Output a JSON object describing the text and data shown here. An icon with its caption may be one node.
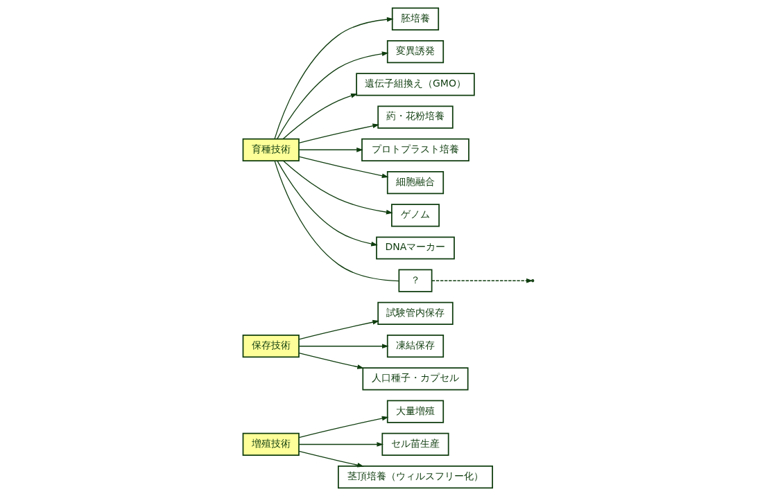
{
  "diagram": {
    "nodes": [
      {
        "text": [
          "増殖技術"
        ]
      },
      {
        "text": [
          "大量増殖"
        ]
      },
      {
        "text": [
          "セル苗生産"
        ]
      },
      {
        "text": [
          "茎頂培養（ウィルスフリー化）"
        ]
      },
      {
        "text": [
          "保存技術"
        ]
      },
      {
        "text": [
          "試験管内保存"
        ]
      },
      {
        "text": [
          "凍結保存"
        ]
      },
      {
        "text": [
          "人口種子・カプセル"
        ]
      },
      {
        "text": [
          "育種技術"
        ]
      },
      {
        "text": [
          "胚培養"
        ]
      },
      {
        "text": [
          "変異誘発"
        ]
      },
      {
        "text": [
          "遺伝子組換え（GMO）"
        ]
      },
      {
        "text": [
          "葯・花粉培養"
        ]
      },
      {
        "text": [
          "プロトプラスト培養"
        ]
      },
      {
        "text": [
          "細胞融合"
        ]
      },
      {
        "text": [
          "ゲノム"
        ]
      },
      {
        "text": [
          "DNAマーカー"
        ]
      },
      {
        "text": [
          "？"
        ]
      }
    ],
    "edges": [
      {
        "from": 0,
        "to": 1,
        "arrow": "to"
      },
      {
        "from": 0,
        "to": 2,
        "arrow": "to"
      },
      {
        "from": 0,
        "to": 3,
        "arrow": "to"
      },
      {
        "from": 4,
        "to": 5,
        "arrow": "to"
      },
      {
        "from": 4,
        "to": 6,
        "arrow": "to"
      },
      {
        "from": 4,
        "to": 7,
        "arrow": "to"
      },
      {
        "from": 8,
        "to": 9,
        "arrow": "to"
      },
      {
        "from": 8,
        "to": 10,
        "arrow": "to"
      },
      {
        "from": 8,
        "to": 11,
        "arrow": "to"
      },
      {
        "from": 8,
        "to": 12,
        "arrow": "to"
      },
      {
        "from": 8,
        "to": 13,
        "arrow": "to"
      },
      {
        "from": 8,
        "to": 14,
        "arrow": "to"
      },
      {
        "from": 8,
        "to": 15,
        "arrow": "to"
      },
      {
        "from": 8,
        "to": 16,
        "arrow": "to"
      },
      {
        "from": 8,
        "to": 17,
        "arrow": "none"
      },
      {
        "from": 17,
        "to": null,
        "arrow": "to",
        "style": "dashed"
      }
    ]
  }
}
